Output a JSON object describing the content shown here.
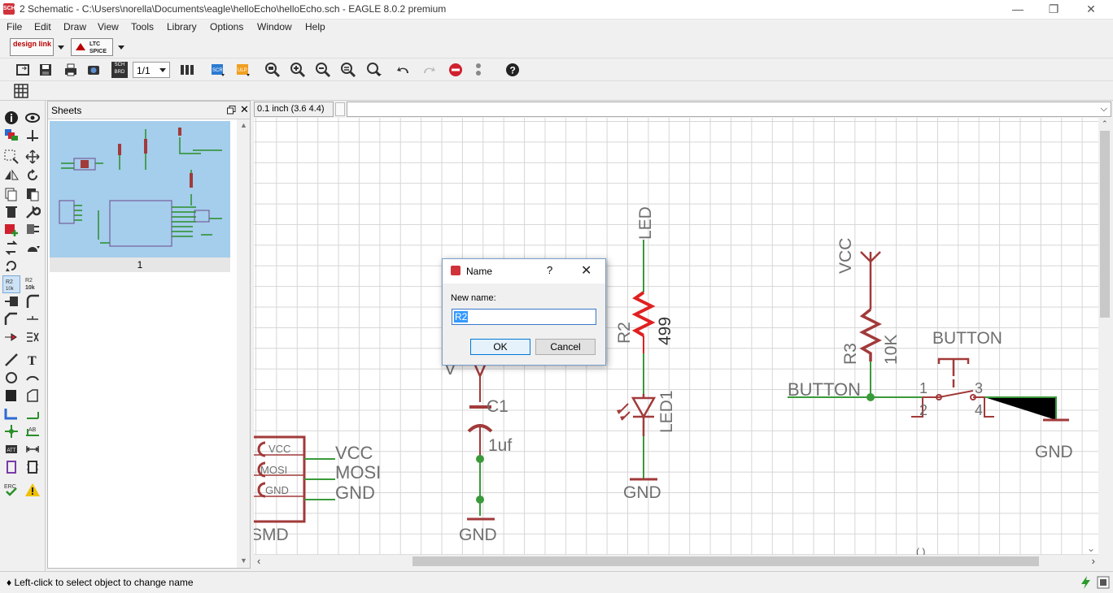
{
  "window": {
    "title": "2 Schematic - C:\\Users\\norella\\Documents\\eagle\\helloEcho\\helloEcho.sch - EAGLE 8.0.2 premium",
    "minimize": "—",
    "maximize": "❐",
    "close": "✕"
  },
  "menu": {
    "items": [
      {
        "label": "File"
      },
      {
        "label": "Edit"
      },
      {
        "label": "Draw"
      },
      {
        "label": "View"
      },
      {
        "label": "Tools"
      },
      {
        "label": "Library"
      },
      {
        "label": "Options"
      },
      {
        "label": "Window"
      },
      {
        "label": "Help"
      }
    ]
  },
  "toolbar": {
    "designlink": "design link",
    "ltspice": "LTC SPICE",
    "page_select": "1/1",
    "sch_brd": "SCH BRD"
  },
  "sheets_panel": {
    "title": "Sheets",
    "sheet_number": "1"
  },
  "coord": "0.1 inch (3.6 4.4)",
  "command_line": "",
  "schematic": {
    "labels": {
      "led_net": "LED",
      "r2_name": "R2",
      "r2_value": "499",
      "led1_name": "LED1",
      "gnd_led": "GND",
      "vcc_r3": "VCC",
      "r3_name": "R3",
      "r3_value": "10K",
      "button_net": "BUTTON",
      "button_part": "BUTTON",
      "pin1": "1",
      "pin2": "2",
      "pin3": "3",
      "pin4": "4",
      "gnd_button": "GND",
      "c1_name": "C1",
      "c1_value": "1uf",
      "gnd_c1": "GND",
      "vcc_conn_pin": "VCC",
      "mosi_conn_pin": "MOSI",
      "gnd_conn_pin": "GND",
      "vcc_net": "VCC",
      "mosi_net": "MOSI",
      "gnd_net": "GND",
      "smd_label": "SMD",
      "cut_v": "V"
    }
  },
  "dialog": {
    "title": "Name",
    "help": "?",
    "close": "✕",
    "field_label": "New name:",
    "field_value": "R2",
    "ok_label": "OK",
    "cancel_label": "Cancel"
  },
  "status": {
    "message": "♦ Left-click to select object to change name"
  },
  "colors": {
    "net_green": "#3a9a3a",
    "part_red": "#a23a3a",
    "selected_red": "#e02020",
    "selection_blue": "#a5cdec"
  }
}
